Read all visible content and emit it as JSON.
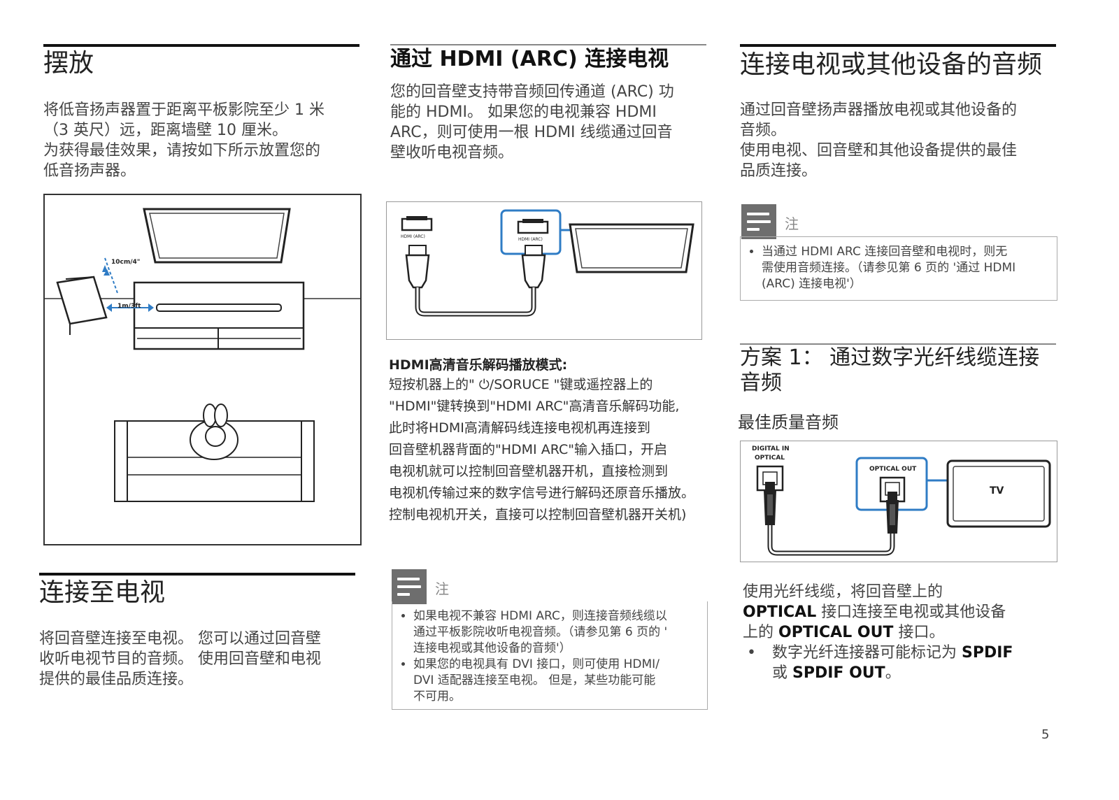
{
  "placement": {
    "title": "摆放",
    "lines": [
      "将低音扬声器置于距离平板影院至少 1 米",
      "（3 英尺）远，距离墙壁 10 厘米。",
      "为获得最佳效果，请按如下所示放置您的",
      "低音扬声器。"
    ],
    "diagram": {
      "label_wall": "10cm/4\"",
      "label_distance": "1m/3ft"
    }
  },
  "connect_tv": {
    "title": "连接至电视",
    "lines": [
      "将回音壁连接至电视。 您可以通过回音壁",
      "收听电视节目的音频。 使用回音壁和电视",
      "提供的最佳品质连接。"
    ]
  },
  "hdmi_arc": {
    "title": "通过 HDMI (ARC) 连接电视",
    "lines": [
      "您的回音壁支持带音频回传通道 (ARC) 功",
      "能的 HDMI。 如果您的电视兼容 HDMI",
      "ARC，则可使用一根 HDMI 线缆通过回音",
      "壁收听电视音频。"
    ],
    "diagram": {
      "port_left": "HDMI (ARC)",
      "port_right": "HDMI (ARC)"
    },
    "mode_title": "HDMI高清音乐解码播放模式:",
    "mode_lines": [
      "短按机器上的\" ⏻/SORUCE \"键或遥控器上的",
      "\"HDMI\"键转换到\"HDMI ARC\"高清音乐解码功能,",
      "此时将HDMI高清解码线连接电视机再连接到",
      "回音壁机器背面的\"HDMI ARC\"输入插口，开启",
      "电视机就可以控制回音壁机器开机，直接检测到",
      "电视机传输过来的数字信号进行解码还原音乐播放。",
      " 控制电视机开关，直接可以控制回音壁机器开关机)"
    ],
    "note_label": "注",
    "note_items": [
      [
        "如果电视不兼容 HDMI ARC，则连接音频线缆以",
        "通过平板影院收听电视音频。（请参见第 6 页的 '",
        "连接电视或其他设备的音频'）"
      ],
      [
        "如果您的电视具有 DVI 接口，则可使用 HDMI/",
        "DVI 适配器连接至电视。 但是，某些功能可能",
        "不可用。"
      ]
    ]
  },
  "audio_tv": {
    "title": "连接电视或其他设备的音频",
    "lines": [
      "通过回音壁扬声器播放电视或其他设备的",
      "音频。",
      "使用电视、回音壁和其他设备提供的最佳",
      "品质连接。"
    ],
    "note_label": "注",
    "note_items": [
      [
        "当通过 HDMI ARC 连接回音壁和电视时，则无",
        "需使用音频连接。（请参见第 6 页的 '通过 HDMI",
        "(ARC) 连接电视'）"
      ]
    ]
  },
  "option1": {
    "title_lines": [
      "方案 1： 通过数字光纤线缆连接",
      "音频"
    ],
    "subtitle": "最佳质量音频",
    "diagram": {
      "port_in_1": "DIGITAL IN",
      "port_in_2": "OPTICAL",
      "port_out": "OPTICAL OUT",
      "tv": "TV"
    },
    "line1": "使用光纤线缆，将回音壁上的",
    "line2_bold": "OPTICAL",
    "line2_rest": " 接口连接至电视或其他设备",
    "line3_pre": "上的 ",
    "line3_bold": "OPTICAL OUT",
    "line3_post": " 接口。",
    "bullet_pre": "数字光纤连接器可能标记为 ",
    "bullet_bold1": "SPDIF",
    "bullet_mid": "或 ",
    "bullet_bold2": "SPDIF OUT",
    "bullet_post": "。"
  },
  "page_number": "5"
}
